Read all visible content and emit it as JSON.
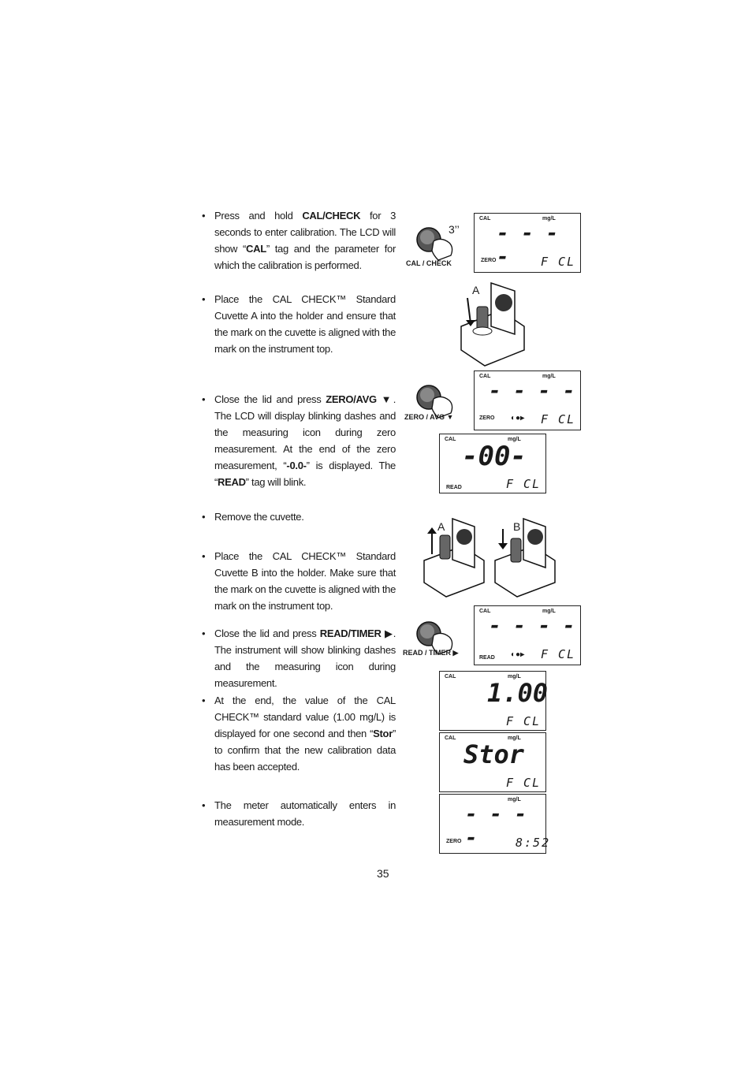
{
  "steps": [
    {
      "pre": "Press and hold ",
      "kw": "CAL/CHECK",
      "post": " for 3 seconds to enter calibration. The LCD will show “",
      "kw2": "CAL",
      "post2": "” tag and the parameter for which the calibration is performed."
    },
    {
      "text": "Place the CAL CHECK™ Standard Cuvette A into the holder and ensure that the mark on the cuvette is aligned with the mark on the instrument top."
    },
    {
      "pre": "Close the lid and press ",
      "kw": "ZERO/AVG",
      "arrow": "▼",
      "post": ". The LCD will display blinking dashes and the measuring icon during zero measurement. At the end of the zero measurement, “",
      "kw2": "-0.0-",
      "post2": "” is displayed. The “",
      "kw3": "READ",
      "post3": "” tag will blink."
    },
    {
      "text": "Remove the cuvette."
    },
    {
      "text": "Place the CAL CHECK™ Standard Cuvette B into the holder. Make sure that the mark on the cuvette is aligned with the mark on the instrument top."
    },
    {
      "pre": "Close the lid and press ",
      "kw": "READ/TIMER",
      "arrow": "▶",
      "post": ". The instrument will show blinking dashes and the measuring icon during measurement."
    },
    {
      "pre": "At the end, the value of the CAL CHECK™ standard value (1.00 mg/L) is displayed for one second and then “",
      "kw": "Stor",
      "post": "” to confirm that the new calibration data has been accepted."
    },
    {
      "text": "The meter automatically enters in measurement mode."
    }
  ],
  "bullet": "•",
  "buttons": {
    "cal_check": "CAL / CHECK",
    "hold_time": "3’’",
    "zero_avg": "ZERO / AVG ▼",
    "read_timer": "READ / TIMER ▶"
  },
  "cuvette_labels": {
    "a": "A",
    "b": "B"
  },
  "lcd": {
    "cal": "CAL",
    "mgl": "mg/L",
    "zero": "ZERO",
    "read": "READ",
    "param": "F CL",
    "dashes": "- - - -",
    "zero_value": "-00-",
    "std_value": "1.00",
    "stor": "Stor",
    "time": "8:52"
  },
  "page_number": "35"
}
